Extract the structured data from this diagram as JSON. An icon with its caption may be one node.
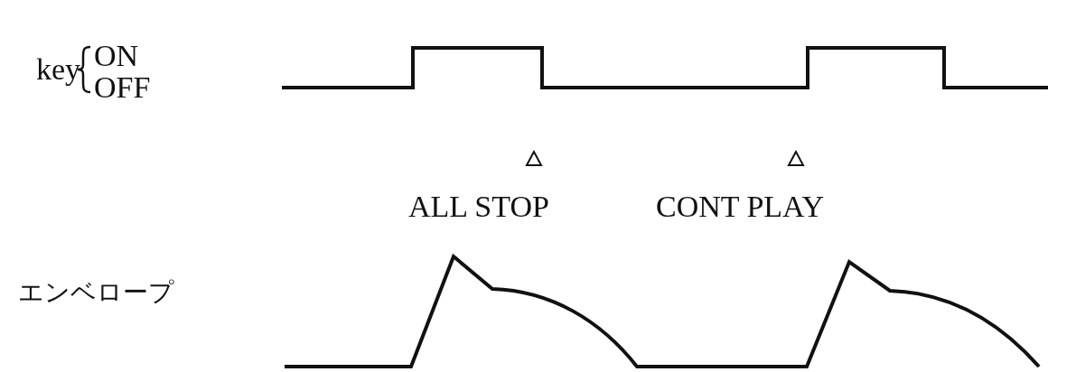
{
  "diagram": {
    "labels": [
      "key",
      "ON",
      "OFF",
      "ALL STOP",
      "CONT PLAY",
      "エンベロープ"
    ]
  }
}
